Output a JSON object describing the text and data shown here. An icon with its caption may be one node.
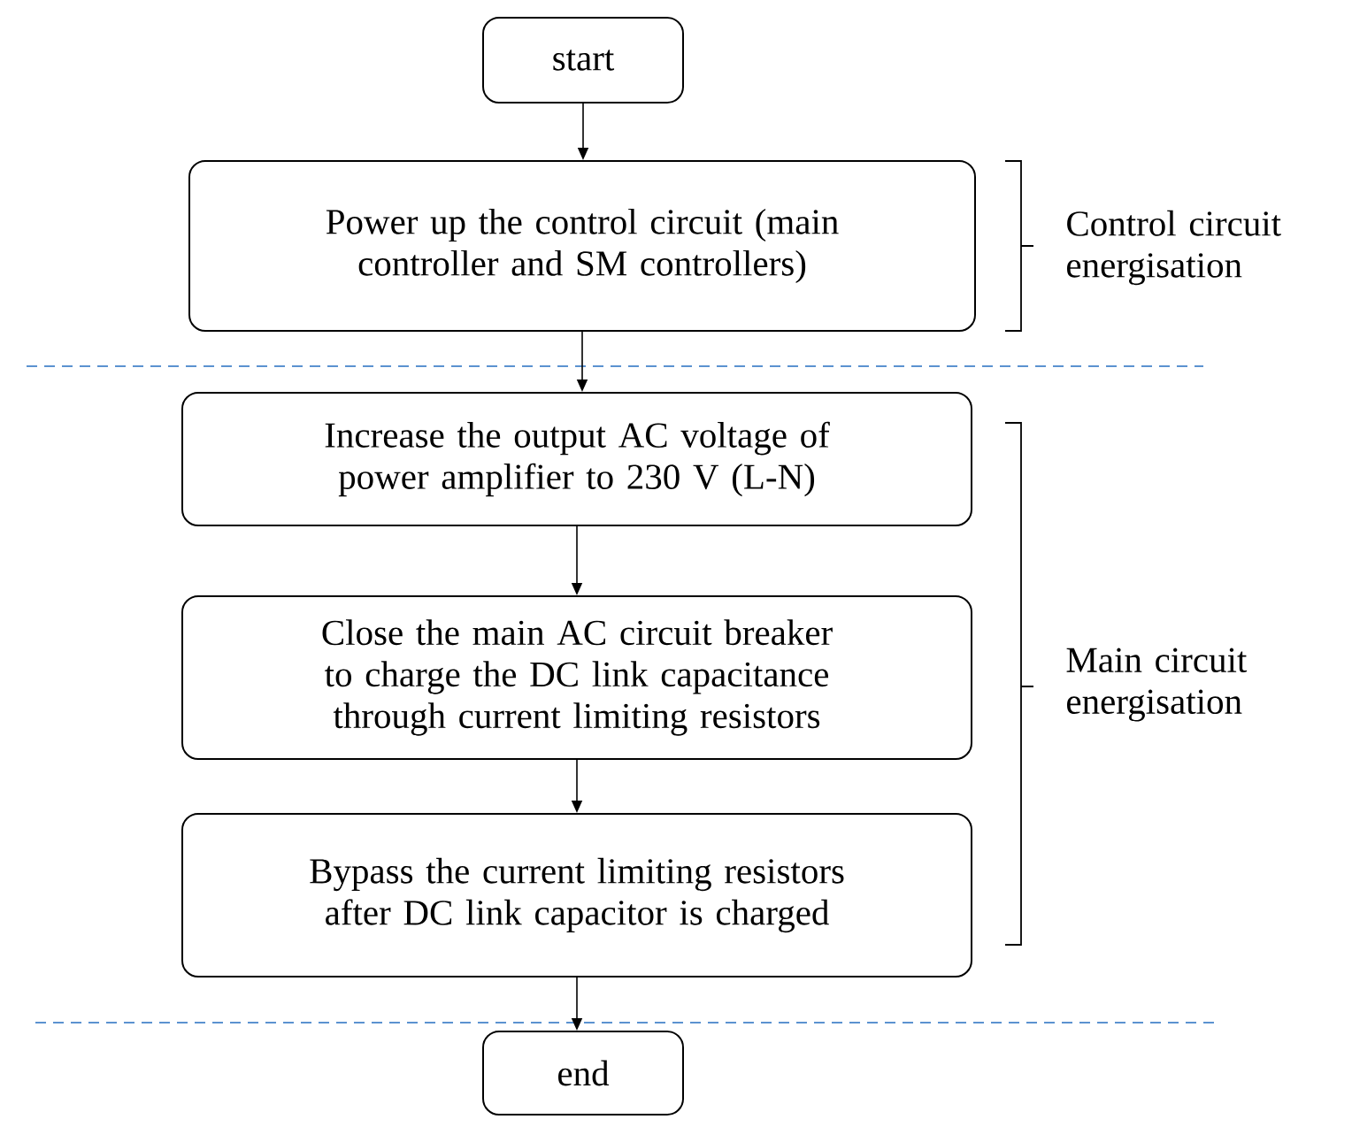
{
  "diagram": {
    "nodes": [
      {
        "text": [
          "start"
        ]
      },
      {
        "text": [
          "Power up the control circuit (main controller and SM controllers)"
        ]
      },
      {
        "text": [
          "Increase the output AC voltage of power amplifier to 230 V (L-N)"
        ]
      },
      {
        "text": [
          "Close the main AC circuit breaker to charge the DC link capacitance through current limiting resistors"
        ]
      },
      {
        "text": [
          "Bypass the current limiting resistors after DC link capacitor is charged"
        ]
      },
      {
        "text": [
          "end"
        ]
      }
    ],
    "edges": [
      {
        "from": 0,
        "to": 1,
        "arrow": "to"
      },
      {
        "from": 1,
        "to": 2,
        "arrow": "to"
      },
      {
        "from": 2,
        "to": 3,
        "arrow": "to"
      },
      {
        "from": 3,
        "to": 4,
        "arrow": "to"
      },
      {
        "from": 4,
        "to": 5,
        "arrow": "to"
      }
    ],
    "labels": [
      "Control circuit energisation",
      "Main circuit energisation"
    ]
  }
}
